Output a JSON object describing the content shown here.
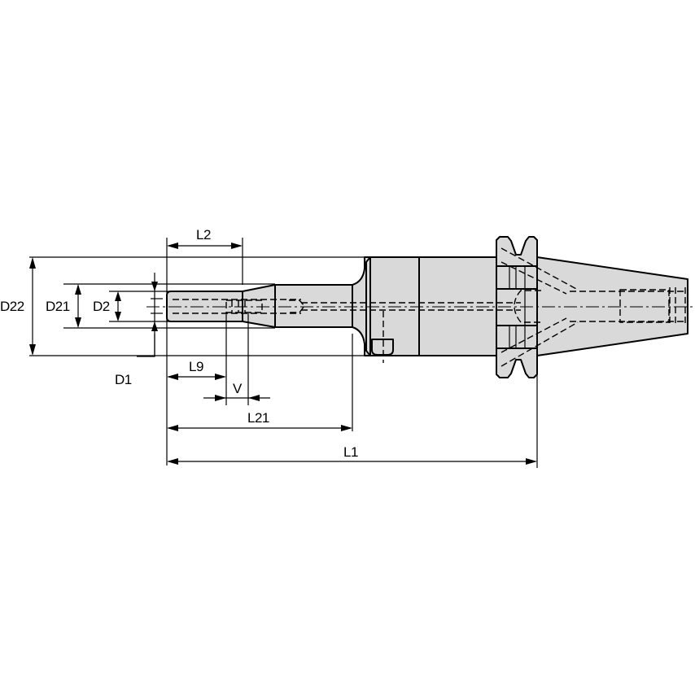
{
  "drawing": {
    "title": "Tool holder dimension drawing",
    "fill_color": "#d9d9d9",
    "line_color": "#000000"
  },
  "dimensions": {
    "D22": "D22",
    "D21": "D21",
    "D2": "D2",
    "D1": "D1",
    "L2": "L2",
    "L9": "L9",
    "V": "V",
    "L21": "L21",
    "L1": "L1"
  }
}
